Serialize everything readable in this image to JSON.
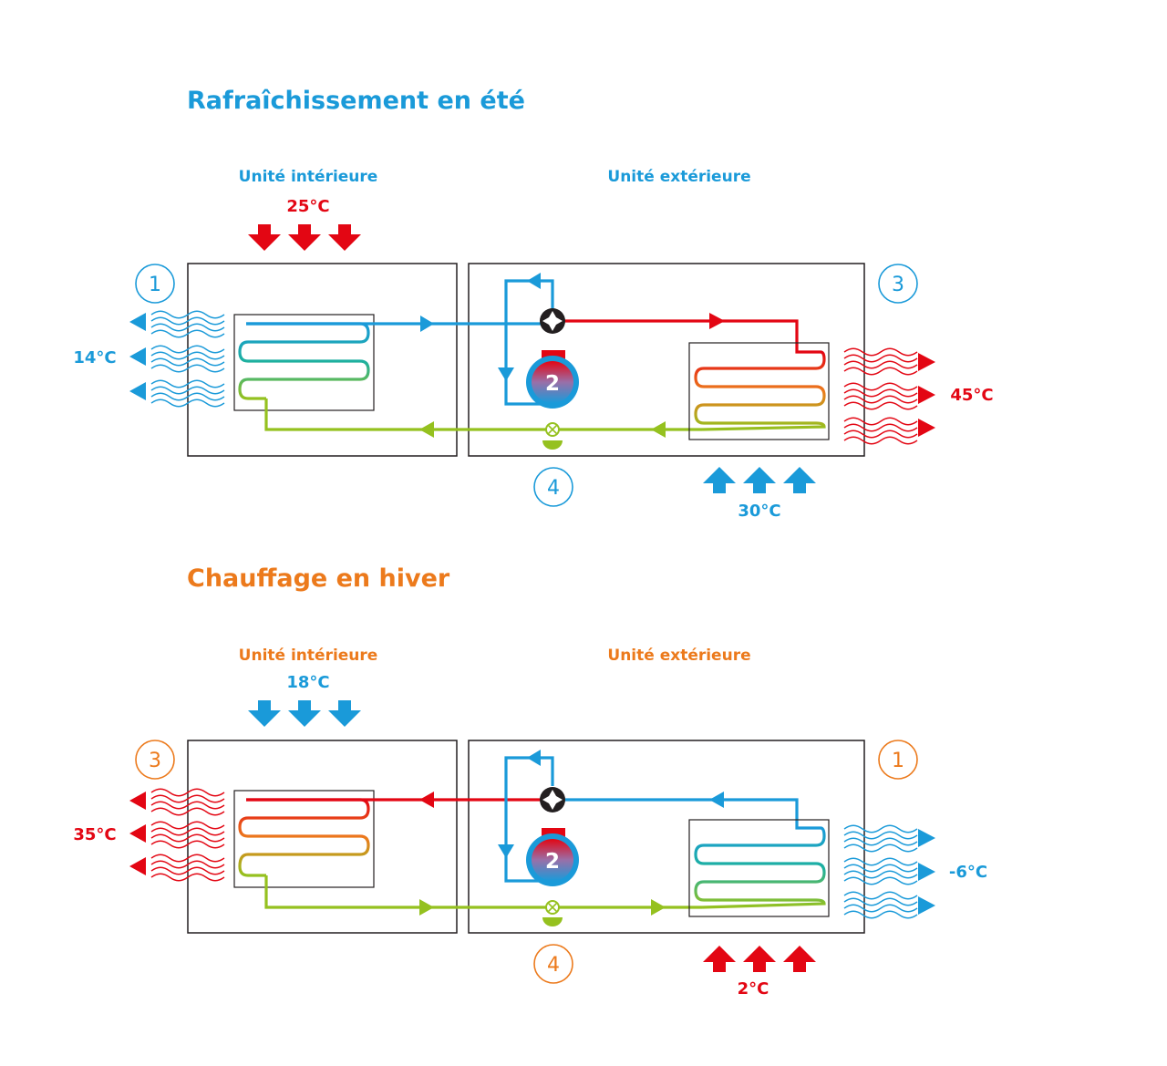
{
  "colors": {
    "blue": "#1a9ad9",
    "red": "#e30613",
    "orange": "#ec7a1c",
    "green": "#95c11f",
    "dark": "#231f20"
  },
  "summer": {
    "title": "Rafraîchissement en été",
    "indoor_label": "Unité intérieure",
    "outdoor_label": "Unité extérieure",
    "indoor_air_in": "25°C",
    "indoor_air_out": "14°C",
    "outdoor_air_in": "30°C",
    "outdoor_air_out": "45°C",
    "num_indoor_coil": "1",
    "num_compressor": "2",
    "num_outdoor_coil": "3",
    "num_valve": "4"
  },
  "winter": {
    "title": "Chauffage en hiver",
    "indoor_label": "Unité intérieure",
    "outdoor_label": "Unité extérieure",
    "indoor_air_in": "18°C",
    "indoor_air_out": "35°C",
    "outdoor_air_in": "2°C",
    "outdoor_air_out": "-6°C",
    "num_indoor_coil": "3",
    "num_compressor": "2",
    "num_outdoor_coil": "1",
    "num_valve": "4"
  }
}
